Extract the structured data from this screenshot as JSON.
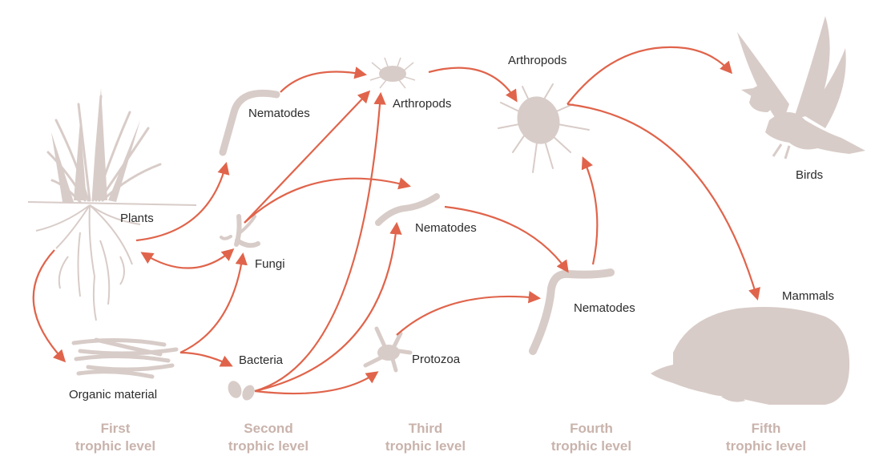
{
  "organisms": {
    "plants": "Plants",
    "organic_material": "Organic material",
    "fungi": "Fungi",
    "bacteria": "Bacteria",
    "nematodes_top": "Nematodes",
    "arthropods_small": "Arthropods",
    "nematodes_mid": "Nematodes",
    "protozoa": "Protozoa",
    "arthropods_large": "Arthropods",
    "nematodes_low": "Nematodes",
    "birds": "Birds",
    "mammals": "Mammals"
  },
  "levels": [
    {
      "line1": "First",
      "line2": "trophic level"
    },
    {
      "line1": "Second",
      "line2": "trophic level"
    },
    {
      "line1": "Third",
      "line2": "trophic level"
    },
    {
      "line1": "Fourth",
      "line2": "trophic level"
    },
    {
      "line1": "Fifth",
      "line2": "trophic level"
    }
  ],
  "colors": {
    "arrow": "#e0644b",
    "silhouette": "#d8ccc8",
    "level_text": "#c9b3ac",
    "label_text": "#2b2b2b"
  }
}
